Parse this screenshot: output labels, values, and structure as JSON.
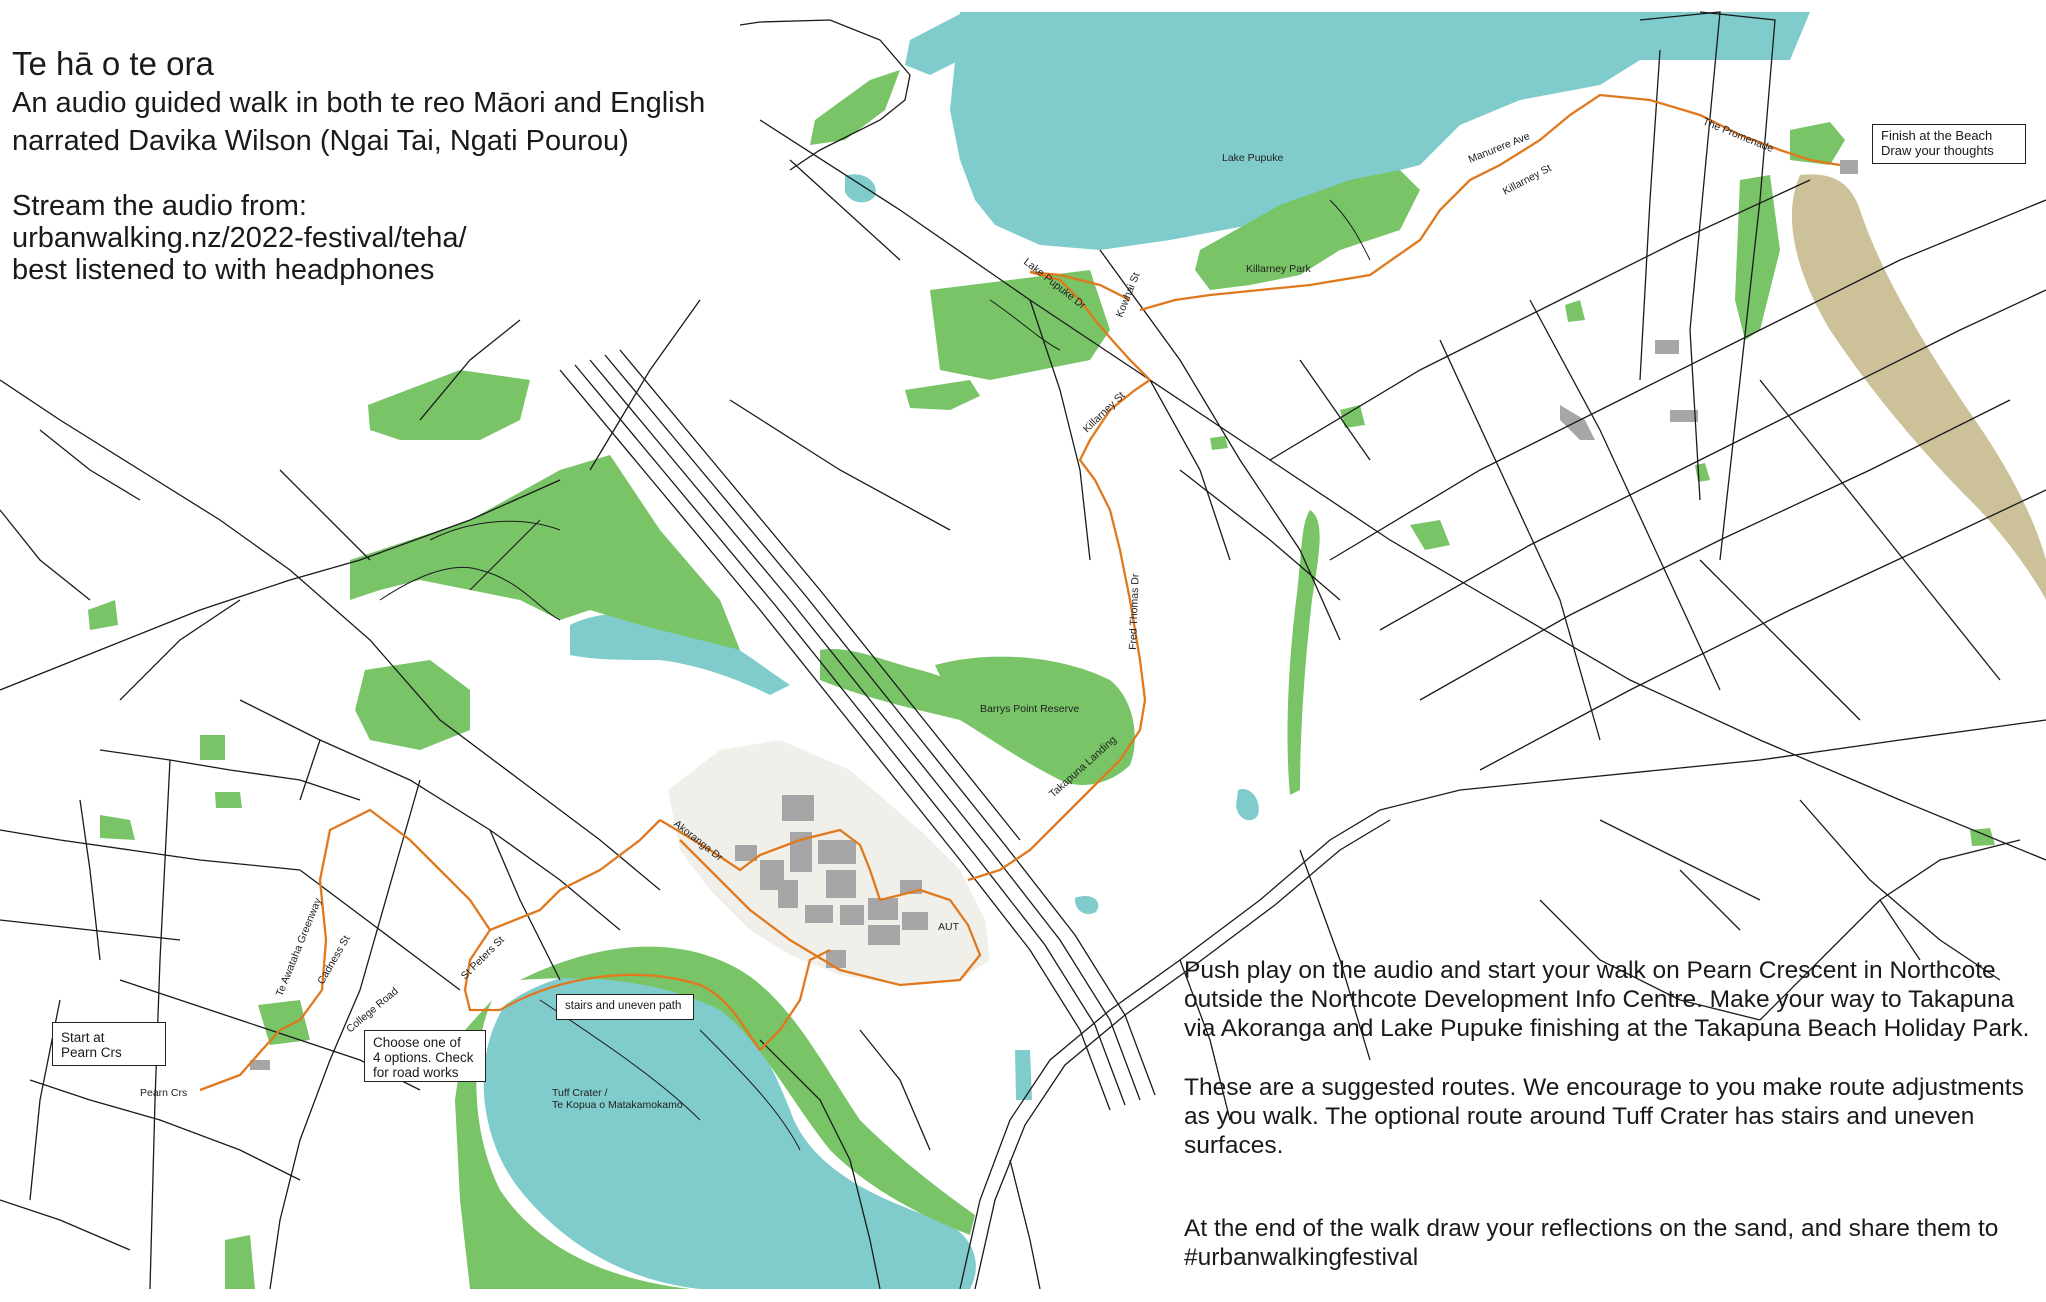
{
  "header": {
    "title": "Te hā o te ora",
    "subtitle_line1": "An audio guided walk in both te reo Māori and English",
    "subtitle_line2": "narrated Davika Wilson (Ngai Tai, Ngati Pourou)"
  },
  "stream": {
    "line1": "Stream the audio from:",
    "line2": "urbanwalking.nz/2022-festival/teha/",
    "line3": "best listened to with headphones"
  },
  "info": {
    "paragraph1": "Push play on the audio and start your walk on Pearn Crescent in Northcote outside the Northcote Development Info Centre. Make your way to Takapuna via Akoranga and Lake Pupuke finishing at the Takapuna Beach Holiday Park.",
    "paragraph2": "These are a suggested routes.  We encourage to you make route adjustments as you walk. The optional route around Tuff Crater has stairs and uneven surfaces.",
    "paragraph3": "At the end of the walk draw your reflections on the sand, and share them to #urbanwalkingfestival"
  },
  "callouts": {
    "start_line1": "Start at",
    "start_line2": "Pearn Crs",
    "options_line1": "Choose one of",
    "options_line2": "4 options. Check",
    "options_line3": "for road works",
    "stairs": "stairs and uneven path",
    "finish_line1": "Finish at the Beach",
    "finish_line2": "Draw your thoughts"
  },
  "places": {
    "lake_pupuke": "Lake Pupuke",
    "killarney_park": "Killarney Park",
    "barrys_point": "Barrys Point Reserve",
    "aut": "AUT",
    "tuff_crater_line1": "Tuff Crater /",
    "tuff_crater_line2": "Te Kopua o Matakamokamo"
  },
  "streets": {
    "promenade": "The Promenade",
    "manurere": "Manurere Ave",
    "killarney_st_upper": "Killarney St",
    "lake_pupuke_dr": "Lake Pupuke Dr",
    "kowhai": "Kowhai St",
    "killarney_st_lower": "Killarney St",
    "fred_thomas": "Fred Thomas Dr",
    "takapuna_landing": "Takapuna Landing",
    "akoranga": "Akoranga Dr",
    "awataha": "Te Awataha Greenway",
    "cadness": "Cadness St",
    "college": "College Road",
    "st_peters": "St Peters St",
    "pearn": "Pearn Crs"
  },
  "colors": {
    "water": "#80cccc",
    "park": "#78c466",
    "sand": "#cdc19a",
    "route": "#e0781e",
    "road": "#1a1a1a",
    "campus": "#f1efe9",
    "building": "#a6a6a6"
  }
}
